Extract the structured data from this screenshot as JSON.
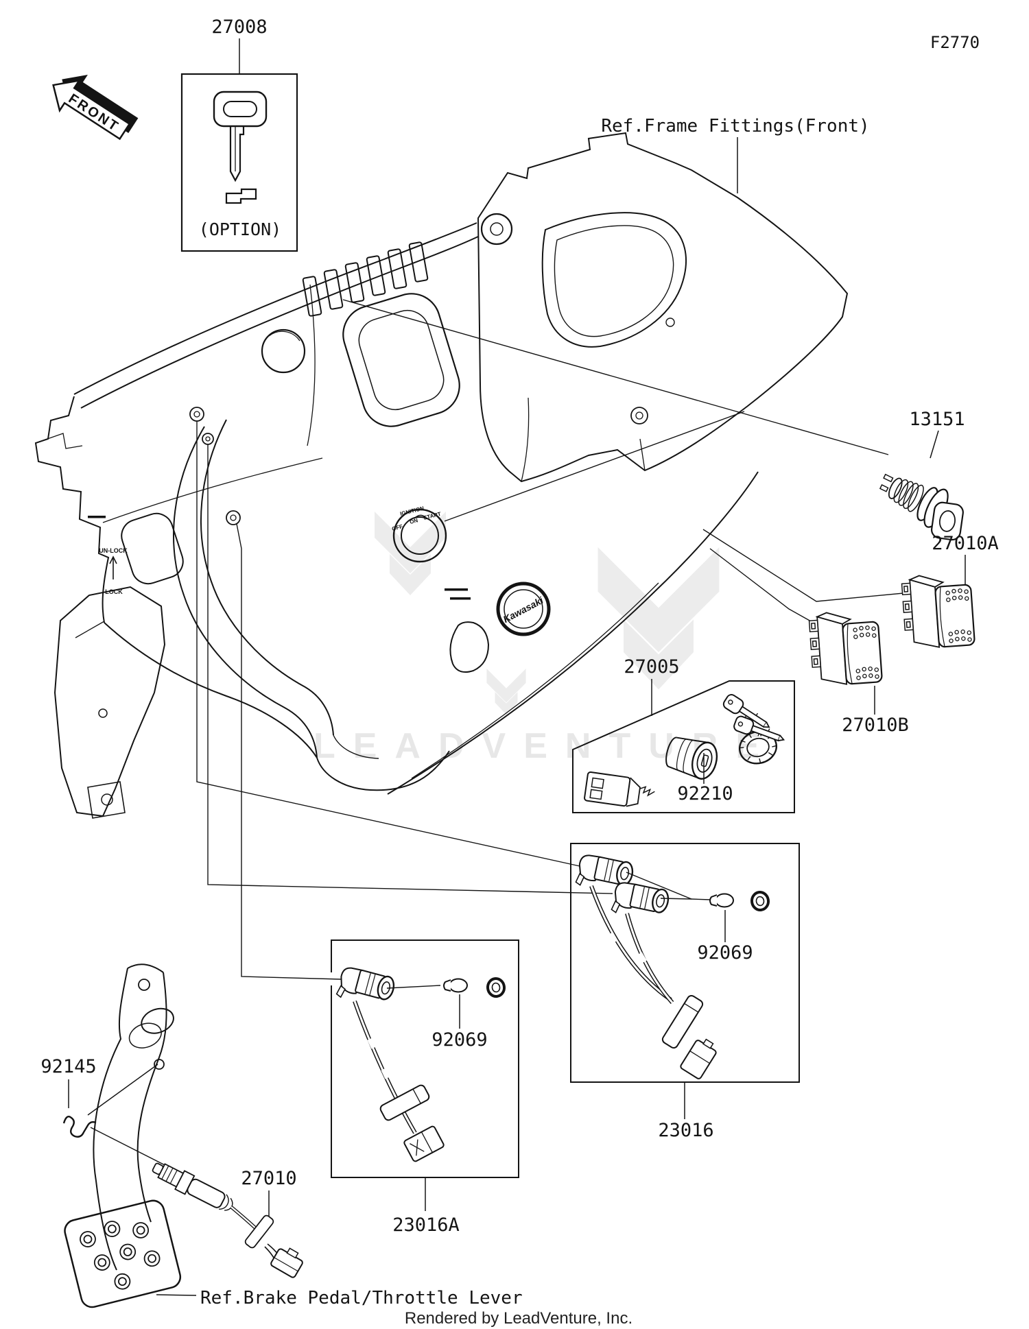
{
  "page": {
    "diagram_code": "F2770",
    "credit": "Rendered by LeadVenture, Inc.",
    "watermark_text": "LEADVENTURE",
    "background": "#ffffff",
    "line_color": "#141414",
    "watermark_color": "#e7e7e7"
  },
  "annotations": {
    "front": "FRONT",
    "option": "(OPTION)",
    "ref_frame_fittings": "Ref.Frame Fittings(Front)",
    "ref_brake_pedal": "Ref.Brake Pedal/Throttle Lever"
  },
  "dash_markings": {
    "ignition": "IGNITION",
    "off": "OFF",
    "on": "ON",
    "start": "START",
    "unlock": "UN-LOCK",
    "lock": "LOCK",
    "brand": "Kawasaki"
  },
  "parts": {
    "p27008": "27008",
    "p13151": "13151",
    "p27010A": "27010A",
    "p27010B": "27010B",
    "p27005": "27005",
    "p92210": "92210",
    "p92069_right": "92069",
    "p23016": "23016",
    "p92069_left": "92069",
    "p23016A": "23016A",
    "p92145": "92145",
    "p27010": "27010"
  }
}
